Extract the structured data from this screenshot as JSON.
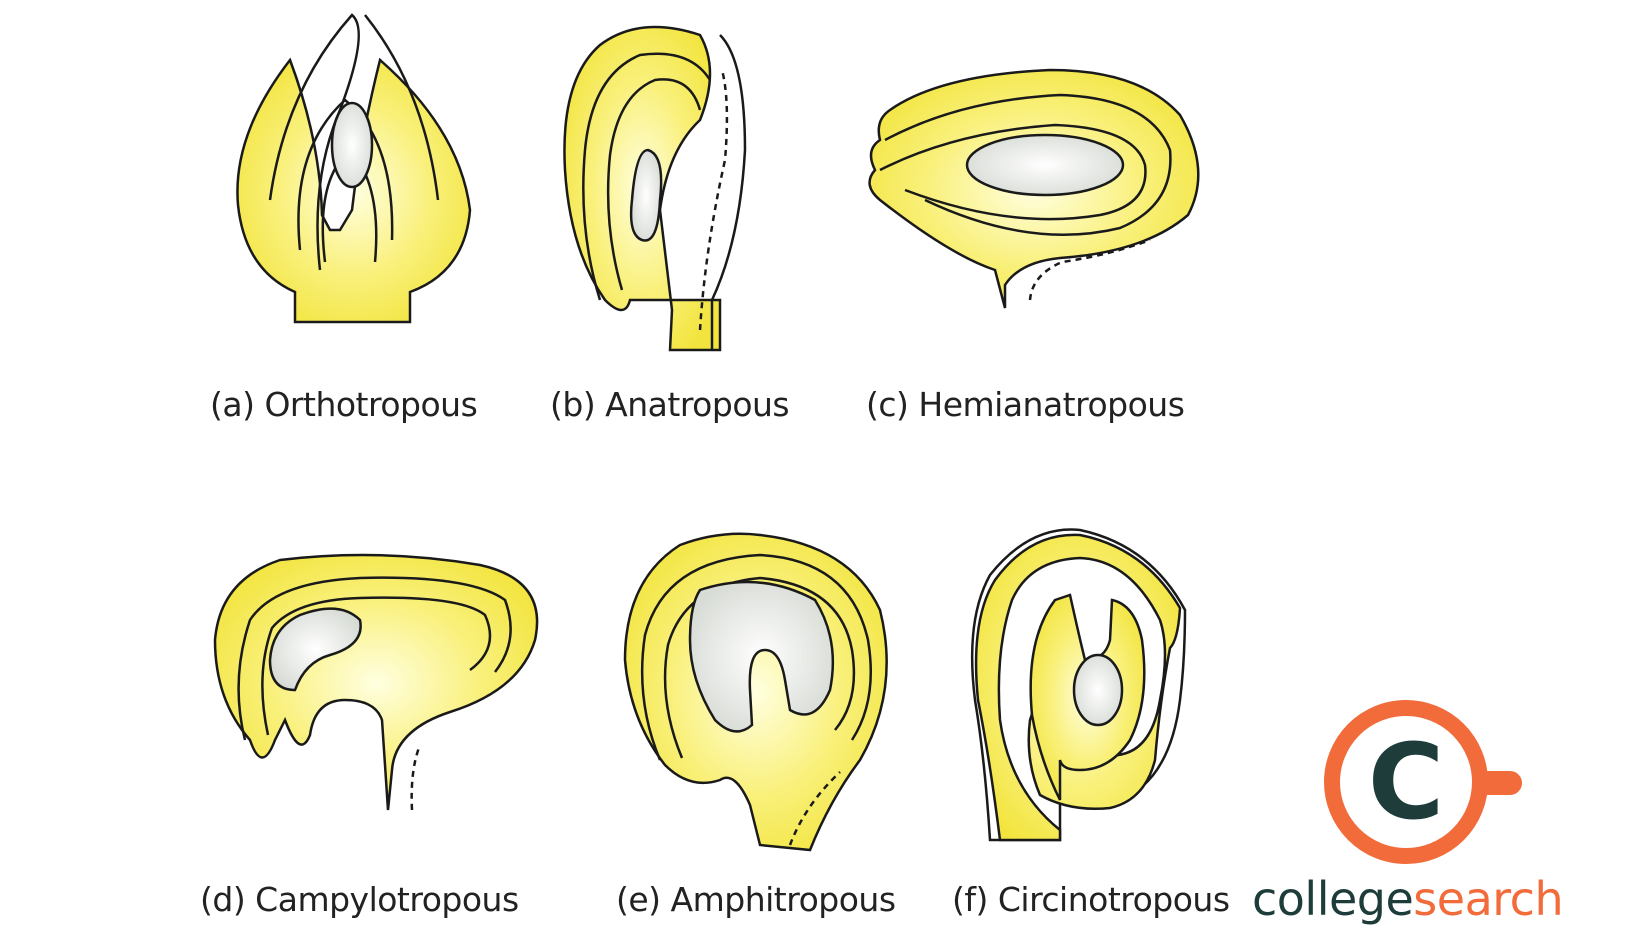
{
  "figure": {
    "ovules": [
      {
        "label": "(a) Orthotropous"
      },
      {
        "label": "(b) Anatropous"
      },
      {
        "label": "(c) Hemianatropous"
      },
      {
        "label": "(d) Campylotropous"
      },
      {
        "label": "(e) Amphitropous"
      },
      {
        "label": "(f) Circinotropous"
      }
    ]
  },
  "brand": {
    "mark": "C",
    "word_first": "college",
    "word_second": "search",
    "colors": {
      "orange": "#F26B3A",
      "dark": "#1E3D3A"
    }
  },
  "colors": {
    "fill": "#F7EC3C",
    "highlight": "#FFFFD8",
    "sac": "#EEF0EC",
    "outline": "#1A1A1A"
  }
}
